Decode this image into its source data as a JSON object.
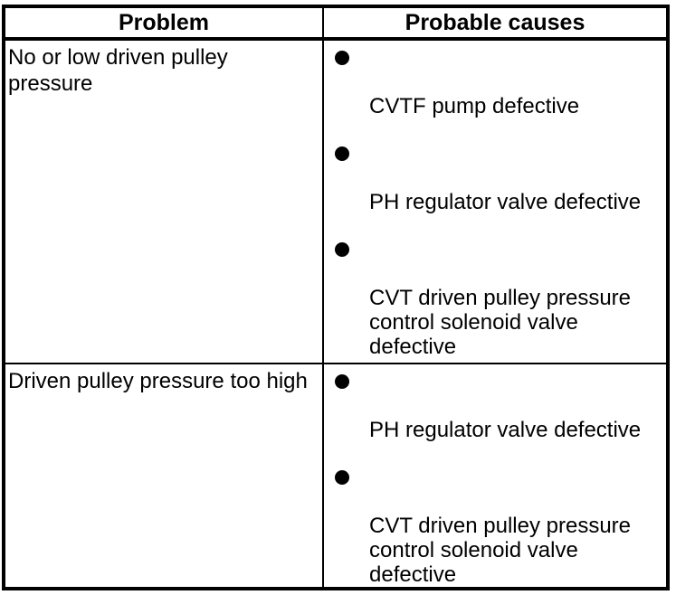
{
  "page": {
    "background": "#ffffff",
    "line_color": "#000000",
    "text_color": "#000000"
  },
  "table": {
    "headers": {
      "problem": "Problem",
      "causes": "Probable causes"
    },
    "bullet_icon": "filled-circle",
    "rows": [
      {
        "problem": "No or low driven pulley\npressure",
        "causes": [
          "CVTF pump defective",
          "PH regulator valve defective",
          "CVT driven pulley pressure\ncontrol solenoid valve\ndefective"
        ]
      },
      {
        "problem": "Driven pulley pressure too high",
        "causes": [
          "PH regulator valve defective",
          "CVT driven pulley pressure\ncontrol solenoid valve\ndefective"
        ]
      }
    ]
  }
}
